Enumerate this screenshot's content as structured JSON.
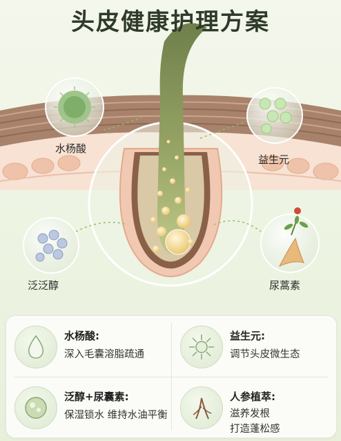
{
  "title": "头皮健康护理方案",
  "corner_tag": "",
  "labels": {
    "salicylic": "水杨酸",
    "prebiotic": "益生元",
    "panthenol": "泛泛醇",
    "allantoin": "尿蒿素"
  },
  "cards": [
    {
      "title": "水杨酸:",
      "line1": "深入毛囊溶脂疏通",
      "line2": "",
      "icon": "droplet-icon"
    },
    {
      "title": "益生元:",
      "line1": "调节头皮微生态",
      "line2": "",
      "icon": "microbe-icon"
    },
    {
      "title": "泛醇+尿囊素:",
      "line1": "保湿锁水 维持水油平衡",
      "line2": "",
      "icon": "moisture-cell-icon"
    },
    {
      "title": "人参植萃:",
      "line1": "滋养发根",
      "line2": "打造蓬松感",
      "icon": "ginseng-root-icon"
    }
  ],
  "colors": {
    "skin_brown": "#8b6a52",
    "skin_pink": "#f3d6c5",
    "hair_green": "#7c8f55",
    "bubble_gold": "#f2cf7a"
  }
}
